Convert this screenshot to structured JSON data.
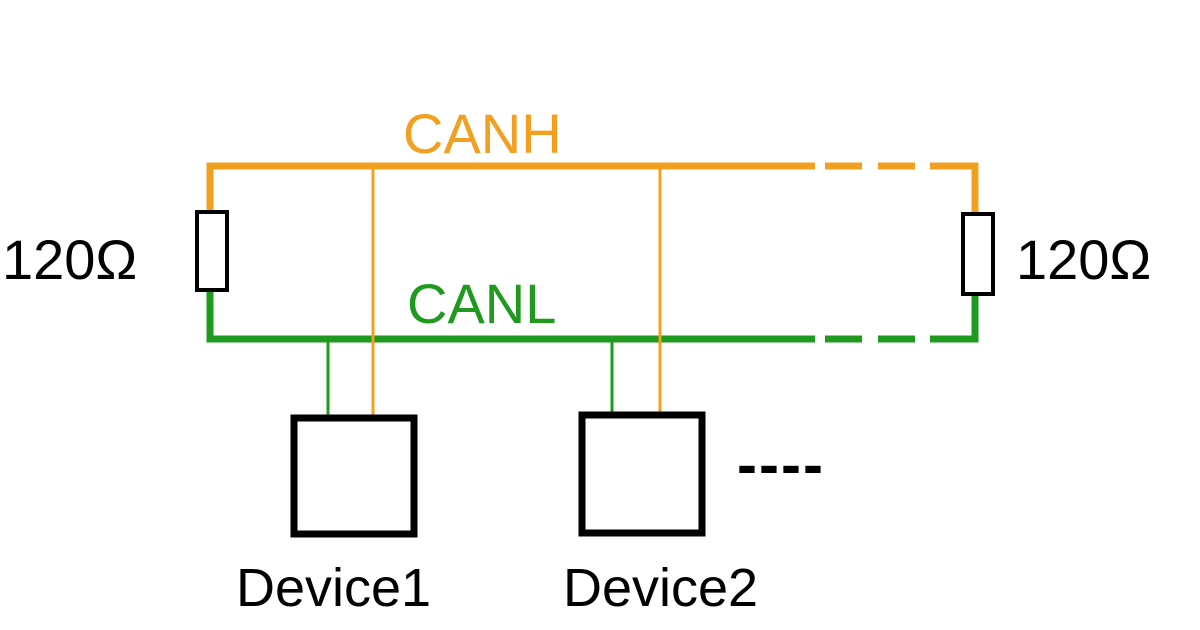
{
  "labels": {
    "canh": "CANH",
    "canl": "CANL",
    "resistor_left": "120Ω",
    "resistor_right": "120Ω",
    "device1": "Device1",
    "device2": "Device2",
    "continuation": "----"
  },
  "colors": {
    "canh": "#f2a020",
    "canl": "#1f9a1f",
    "outline": "#000000",
    "background": "#ffffff"
  }
}
